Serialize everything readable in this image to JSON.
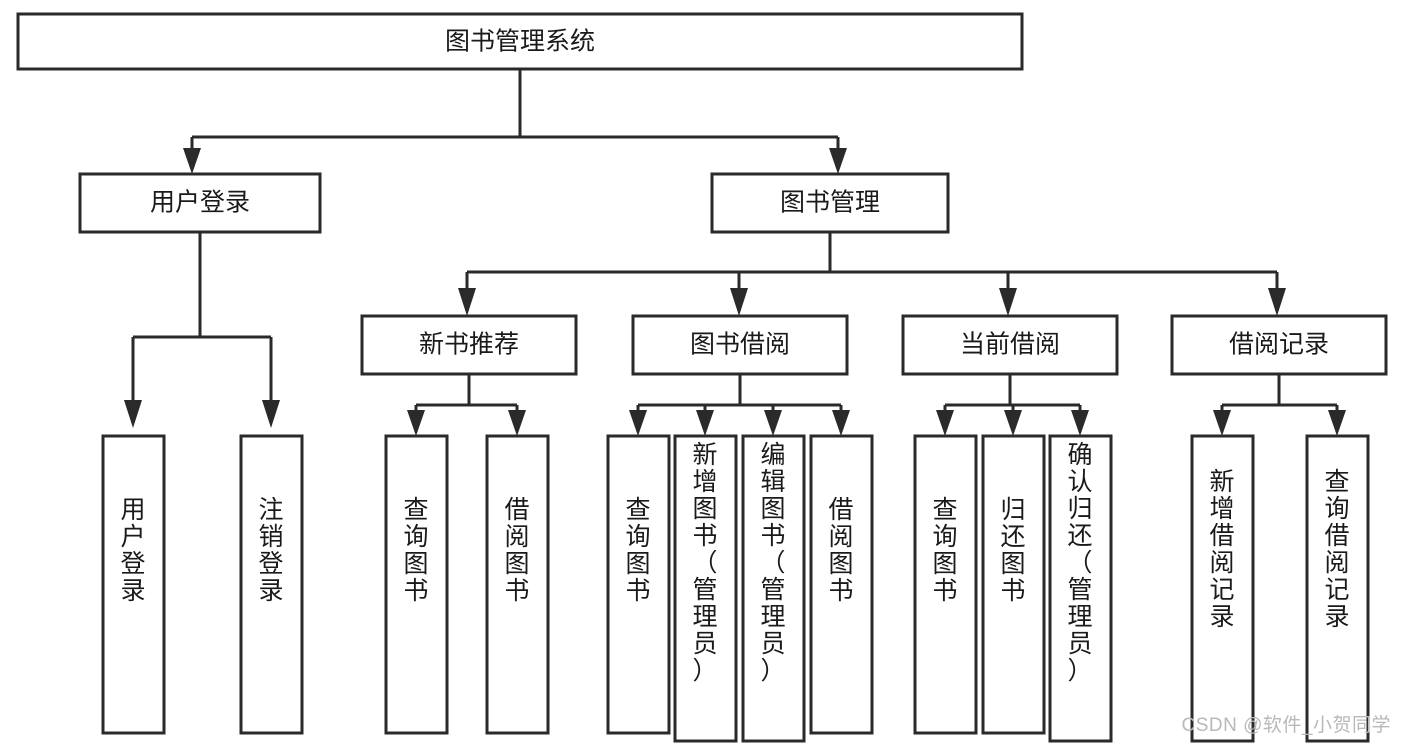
{
  "diagram": {
    "title": "图书管理系统",
    "watermark": "CSDN @软件_小贺同学",
    "style": {
      "box_fill": "#ffffff",
      "box_stroke": "#2a2a2a",
      "text_color": "#1a1a1a",
      "watermark_color": "#b9b9b9",
      "background": "#ffffff"
    },
    "nodes": {
      "root": {
        "label": "图书管理系统",
        "orientation": "horizontal"
      },
      "user_login": {
        "label": "用户登录",
        "orientation": "horizontal"
      },
      "book_manage": {
        "label": "图书管理",
        "orientation": "horizontal"
      },
      "new_book_rec": {
        "label": "新书推荐",
        "orientation": "horizontal"
      },
      "book_borrow": {
        "label": "图书借阅",
        "orientation": "horizontal"
      },
      "current_borrow": {
        "label": "当前借阅",
        "orientation": "horizontal"
      },
      "borrow_record": {
        "label": "借阅记录",
        "orientation": "horizontal"
      },
      "leaf_user_login": {
        "label": "用户登录",
        "orientation": "vertical"
      },
      "leaf_user_logout": {
        "label": "注销登录",
        "orientation": "vertical"
      },
      "leaf_query_book_1": {
        "label": "查询图书",
        "orientation": "vertical"
      },
      "leaf_borrow_book_1": {
        "label": "借阅图书",
        "orientation": "vertical"
      },
      "leaf_query_book_2": {
        "label": "查询图书",
        "orientation": "vertical"
      },
      "leaf_add_book": {
        "label": "新增图书（管理员）",
        "orientation": "vertical"
      },
      "leaf_edit_book": {
        "label": "编辑图书（管理员）",
        "orientation": "vertical"
      },
      "leaf_borrow_book_2": {
        "label": "借阅图书",
        "orientation": "vertical"
      },
      "leaf_query_book_3": {
        "label": "查询图书",
        "orientation": "vertical"
      },
      "leaf_return_book": {
        "label": "归还图书",
        "orientation": "vertical"
      },
      "leaf_confirm_return": {
        "label": "确认归还（管理员）",
        "orientation": "vertical"
      },
      "leaf_add_record": {
        "label": "新增借阅记录",
        "orientation": "vertical"
      },
      "leaf_query_record": {
        "label": "查询借阅记录",
        "orientation": "vertical"
      }
    },
    "hierarchy": [
      {
        "label": "图书管理系统",
        "children": [
          {
            "label": "用户登录",
            "children": [
              {
                "label": "用户登录"
              },
              {
                "label": "注销登录"
              }
            ]
          },
          {
            "label": "图书管理",
            "children": [
              {
                "label": "新书推荐",
                "children": [
                  {
                    "label": "查询图书"
                  },
                  {
                    "label": "借阅图书"
                  }
                ]
              },
              {
                "label": "图书借阅",
                "children": [
                  {
                    "label": "查询图书"
                  },
                  {
                    "label": "新增图书（管理员）"
                  },
                  {
                    "label": "编辑图书（管理员）"
                  },
                  {
                    "label": "借阅图书"
                  }
                ]
              },
              {
                "label": "当前借阅",
                "children": [
                  {
                    "label": "查询图书"
                  },
                  {
                    "label": "归还图书"
                  },
                  {
                    "label": "确认归还（管理员）"
                  }
                ]
              },
              {
                "label": "借阅记录",
                "children": [
                  {
                    "label": "新增借阅记录"
                  },
                  {
                    "label": "查询借阅记录"
                  }
                ]
              }
            ]
          }
        ]
      }
    ]
  }
}
